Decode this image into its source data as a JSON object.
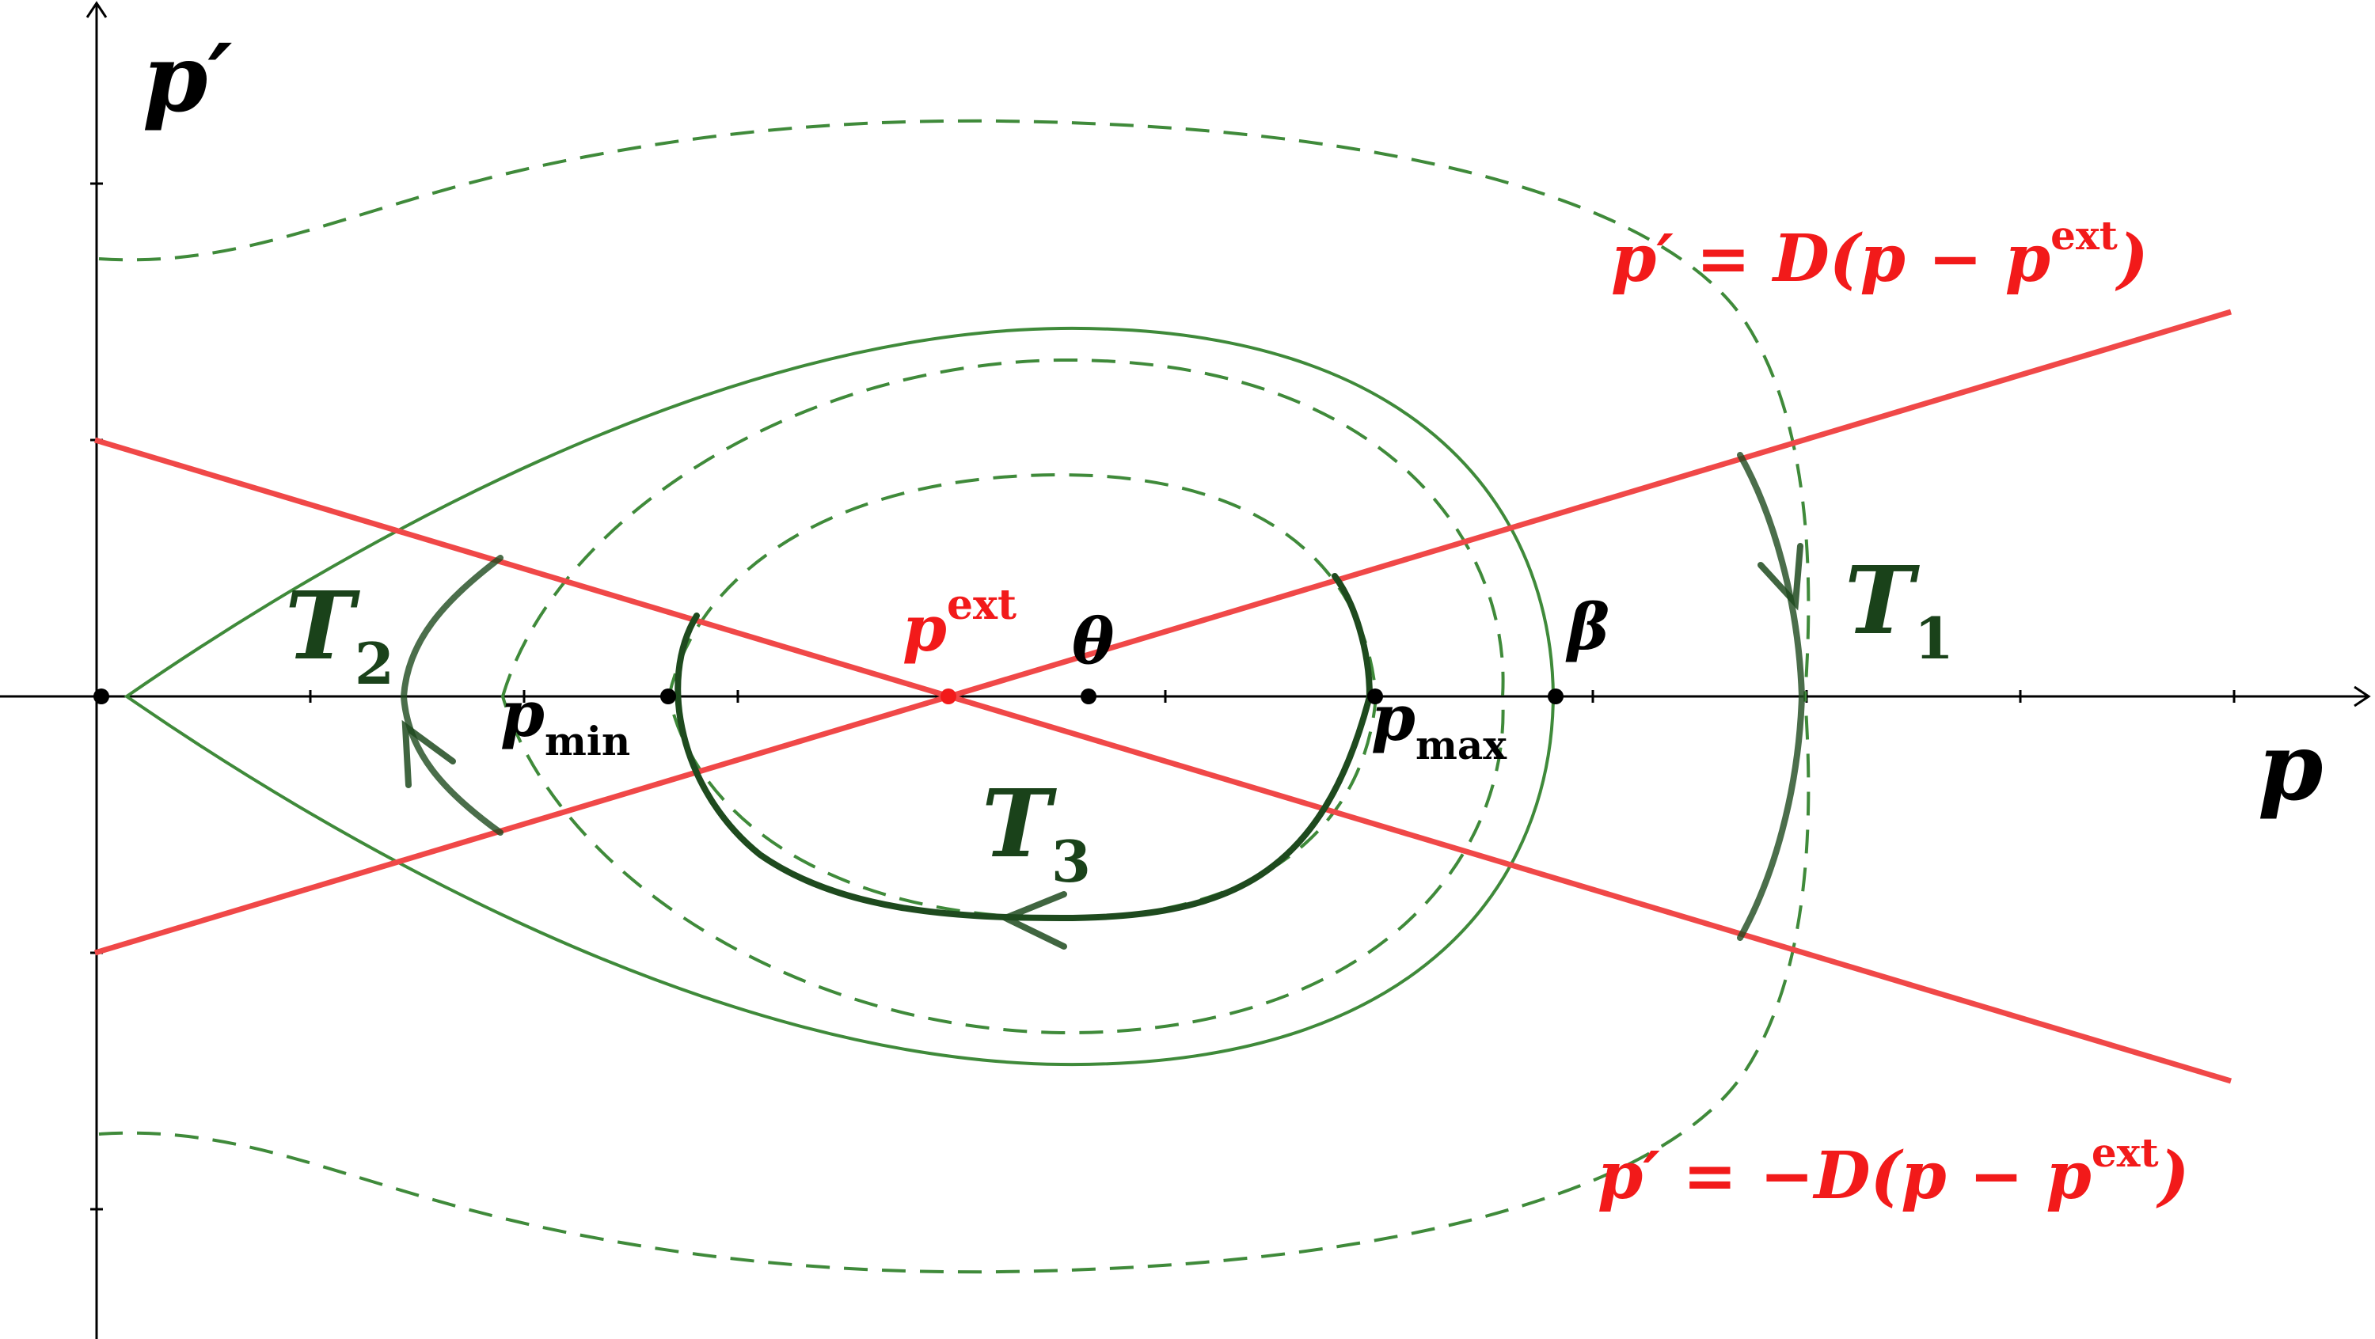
{
  "colors": {
    "axis": "#000000",
    "curve": "#3f8a3a",
    "trajectory": "#1e4a1e",
    "line": "#f04848",
    "label_red": "#f21a1a",
    "label_green": "#1a421a"
  },
  "axes": {
    "x_label": "p",
    "y_label": "p′"
  },
  "points": {
    "p_ext": {
      "main": "p",
      "sup": "ext"
    },
    "theta": "θ",
    "beta": "β",
    "p_min": {
      "main": "p",
      "sub": "min"
    },
    "p_max": {
      "main": "p",
      "sub": "max"
    }
  },
  "lines": {
    "upper": {
      "text": "p′ = D(p − p",
      "sup": "ext",
      "close": ")"
    },
    "lower": {
      "text": "p′ = −D(p − p",
      "sup": "ext",
      "close": ")"
    }
  },
  "trajectories": {
    "t1": {
      "main": "T",
      "sub": "1"
    },
    "t2": {
      "main": "T",
      "sub": "2"
    },
    "t3": {
      "main": "T",
      "sub": "3"
    }
  }
}
